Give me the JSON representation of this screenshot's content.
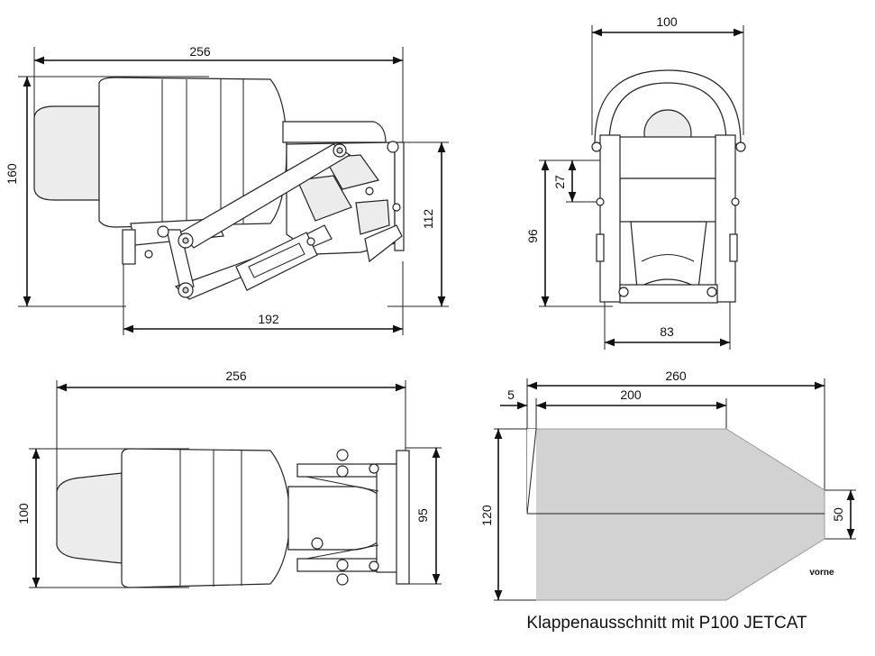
{
  "dimensions": {
    "side_view": {
      "total_length": "256",
      "height": "160",
      "bracket_height": "112",
      "bracket_length": "192"
    },
    "front_view": {
      "width_top": "100",
      "offset": "27",
      "height": "96",
      "width_bottom": "83"
    },
    "top_view": {
      "total_length": "256",
      "height": "100",
      "bracket_height": "95"
    },
    "cutout": {
      "total_length": "260",
      "offset": "5",
      "top_length": "200",
      "height": "120",
      "rear_height": "50"
    }
  },
  "labels": {
    "front_marker": "vorne",
    "caption": "Klappenausschnitt mit P100 JETCAT"
  }
}
